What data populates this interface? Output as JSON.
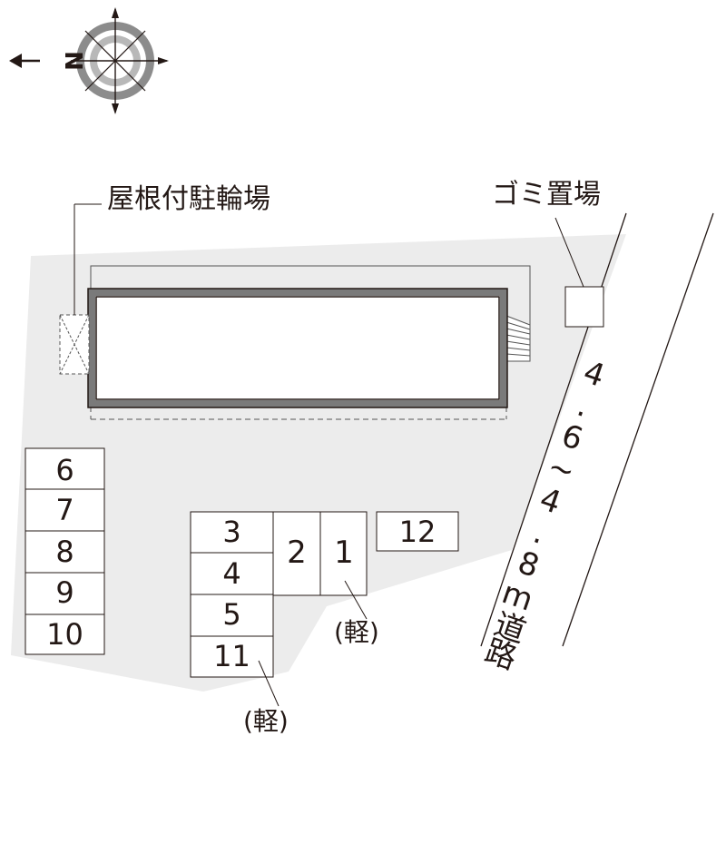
{
  "compass": {
    "north_letter": "N"
  },
  "labels": {
    "bicycle_parking": "屋根付駐輪場",
    "garbage": "ゴミ置場",
    "road_width": "4.6~4.8m道路",
    "kei_label": "(軽)"
  },
  "parking_slots": [
    "1",
    "2",
    "3",
    "4",
    "5",
    "6",
    "7",
    "8",
    "9",
    "10",
    "11",
    "12"
  ],
  "colors": {
    "lot_fill": "#ececec",
    "line": "#231815",
    "building_frame": "#7a7a7a"
  },
  "icons": {
    "compass": "compass-rose-icon",
    "bicycle_shelter": "x-mark-icon"
  }
}
